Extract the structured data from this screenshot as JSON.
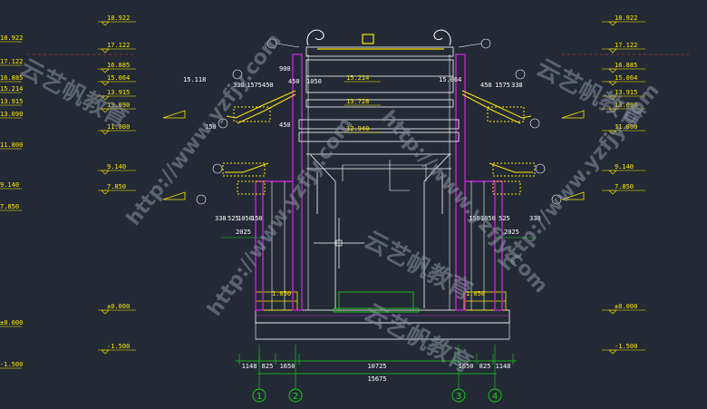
{
  "left_levels": [
    "18.922",
    "17.122",
    "16.885",
    "15.064",
    "13.915",
    "13.090",
    "11.800",
    "9.140",
    "7.850",
    "±0.000",
    "-1.500"
  ],
  "left_edge_levels": [
    "18.922",
    "17.122",
    "16.885",
    "15.214",
    "13.915",
    "13.090",
    "11.800",
    "9.140",
    "7.850",
    "±0.000",
    "-1.500"
  ],
  "right_levels": [
    "18.922",
    "17.122",
    "16.885",
    "15.064",
    "13.915",
    "13.090",
    "11.800",
    "9.140",
    "7.850",
    "±0.000",
    "-1.500"
  ],
  "center_levels": [
    "15.214",
    "13.728",
    "12.940"
  ],
  "upper_dims_left": [
    "338",
    "1575",
    "450"
  ],
  "upper_dims_right": [
    "450",
    "1575",
    "338"
  ],
  "lower_dims_left": [
    "338",
    "525",
    "1050",
    "150"
  ],
  "lower_dims_right": [
    "150",
    "1050",
    "525",
    "338"
  ],
  "inner_dims": [
    "15.118",
    "15.064",
    "900",
    "450",
    "1050",
    "450",
    "150"
  ],
  "span_2025": "2025",
  "base_label": "1.050",
  "bottom_dims": [
    "1148",
    "825",
    "1650",
    "10725",
    "1650",
    "825",
    "1148"
  ],
  "total_width": "15675",
  "axes": [
    "1",
    "2",
    "3",
    "4"
  ],
  "watermark": {
    "url": "http://www.yzfjy.com",
    "brand": "云艺帆教育"
  },
  "colors": {
    "background": "#232a35",
    "column": "#c026d3",
    "outline": "#ffffff",
    "dimension": "#19d419",
    "ornament": "#ffe800",
    "leader": "#ff3333"
  }
}
